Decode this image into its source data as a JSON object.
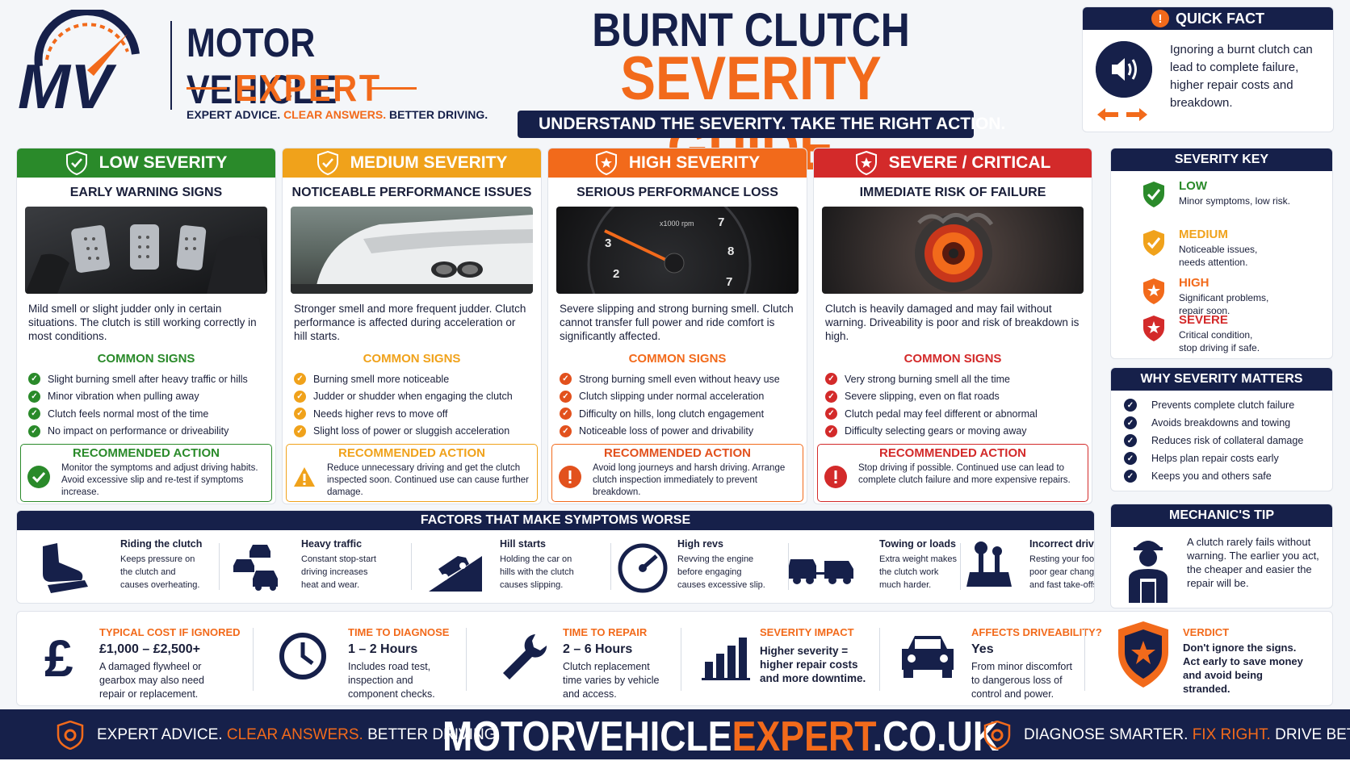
{
  "brand": {
    "logo_text": "MV",
    "name_line1": "MOTOR VEHICLE",
    "name_line2": "EXPERT",
    "tagline_a": "EXPERT ADVICE.",
    "tagline_b": "CLEAR ANSWERS.",
    "tagline_c": "BETTER DRIVING."
  },
  "title": {
    "line1": "BURNT CLUTCH",
    "line2": "SEVERITY GUIDE",
    "subtitle": "UNDERSTAND THE SEVERITY. TAKE THE RIGHT ACTION."
  },
  "quick_fact": {
    "heading": "QUICK FACT",
    "icon": "speaker-icon",
    "text": "Ignoring a burnt clutch can lead to complete failure, higher repair costs and breakdown."
  },
  "colors": {
    "navy": "#16204a",
    "orange": "#f26a1b",
    "low": "#2a8a2a",
    "medium": "#f0a21b",
    "high": "#f26a1b",
    "severe": "#d32a2a"
  },
  "cards": [
    {
      "header": "LOW SEVERITY",
      "subtitle": "EARLY WARNING SIGNS",
      "image": "pedals-image",
      "description": "Mild smell or slight judder only in certain situations. The clutch is still working correctly in most conditions.",
      "signs_heading": "COMMON SIGNS",
      "signs": [
        "Slight burning smell after heavy traffic or hills",
        "Minor vibration when pulling away",
        "Clutch feels normal most of the time",
        "No impact on performance or driveability"
      ],
      "action_heading": "RECOMMENDED ACTION",
      "action_text": "Monitor the symptoms and adjust driving habits. Avoid excessive slip and re-test if symptoms increase."
    },
    {
      "header": "MEDIUM SEVERITY",
      "subtitle": "NOTICEABLE PERFORMANCE ISSUES",
      "image": "car-rear-image",
      "description": "Stronger smell and more frequent judder. Clutch performance is affected during acceleration or hill starts.",
      "signs_heading": "COMMON SIGNS",
      "signs": [
        "Burning smell more noticeable",
        "Judder or shudder when engaging the clutch",
        "Needs higher revs to move off",
        "Slight loss of power or sluggish acceleration"
      ],
      "action_heading": "RECOMMENDED ACTION",
      "action_text": "Reduce unnecessary driving and get the clutch inspected soon. Continued use can cause further damage."
    },
    {
      "header": "HIGH SEVERITY",
      "subtitle": "SERIOUS PERFORMANCE LOSS",
      "image": "tachometer-image",
      "gauge_label": "x1000 rpm",
      "description": "Severe slipping and strong burning smell. Clutch cannot transfer full power and ride comfort is significantly affected.",
      "signs_heading": "COMMON SIGNS",
      "signs": [
        "Strong burning smell even without heavy use",
        "Clutch slipping under normal acceleration",
        "Difficulty on hills, long clutch engagement",
        "Noticeable loss of power and drivability"
      ],
      "action_heading": "RECOMMENDED ACTION",
      "action_text": "Avoid long journeys and harsh driving. Arrange clutch inspection immediately to prevent breakdown."
    },
    {
      "header": "SEVERE / CRITICAL",
      "subtitle": "IMMEDIATE RISK OF FAILURE",
      "image": "burning-clutch-image",
      "description": "Clutch is heavily damaged and may fail without warning. Driveability is poor and risk of breakdown is high.",
      "signs_heading": "COMMON SIGNS",
      "signs": [
        "Very strong burning smell all the time",
        "Severe slipping, even on flat roads",
        "Clutch pedal may feel different or abnormal",
        "Difficulty selecting gears or moving away"
      ],
      "action_heading": "RECOMMENDED ACTION",
      "action_text": "Stop driving if possible. Continued use can lead to complete clutch failure and more expensive repairs."
    }
  ],
  "severity_key": {
    "heading": "SEVERITY KEY",
    "items": [
      {
        "name": "LOW",
        "desc1": "Minor symptoms, low risk.",
        "desc2": ""
      },
      {
        "name": "MEDIUM",
        "desc1": "Noticeable issues,",
        "desc2": "needs attention."
      },
      {
        "name": "HIGH",
        "desc1": "Significant problems,",
        "desc2": "repair soon."
      },
      {
        "name": "SEVERE",
        "desc1": "Critical condition,",
        "desc2": "stop driving if safe."
      }
    ]
  },
  "why": {
    "heading": "WHY SEVERITY MATTERS",
    "items": [
      "Prevents complete clutch failure",
      "Avoids breakdowns and towing",
      "Reduces risk of collateral damage",
      "Helps plan repair costs early",
      "Keeps you and others safe"
    ]
  },
  "tip": {
    "heading": "MECHANIC'S TIP",
    "text": "A clutch rarely fails without warning. The earlier you act, the cheaper and easier the repair will be."
  },
  "factors": {
    "heading": "FACTORS THAT MAKE SYMPTOMS WORSE",
    "items": [
      {
        "title": "Riding the clutch",
        "l1": "Keeps pressure on",
        "l2": "the clutch and",
        "l3": "causes overheating."
      },
      {
        "title": "Heavy traffic",
        "l1": "Constant stop-start",
        "l2": "driving increases",
        "l3": "heat and wear."
      },
      {
        "title": "Hill starts",
        "l1": "Holding the car on",
        "l2": "hills with the clutch",
        "l3": "causes slipping."
      },
      {
        "title": "High revs",
        "l1": "Revving the engine",
        "l2": "before engaging",
        "l3": "causes excessive slip."
      },
      {
        "title": "Towing or loads",
        "l1": "Extra weight makes",
        "l2": "the clutch work",
        "l3": "much harder."
      },
      {
        "title": "Incorrect driving",
        "l1": "Resting your foot,",
        "l2": "poor gear changes",
        "l3": "and fast take-offs."
      }
    ]
  },
  "stats": [
    {
      "title": "TYPICAL COST IF IGNORED",
      "value": "£1,000 – £2,500+",
      "l1": "A damaged flywheel or",
      "l2": "gearbox may also need",
      "l3": "repair or replacement."
    },
    {
      "title": "TIME TO DIAGNOSE",
      "value": "1 – 2 Hours",
      "l1": "Includes road test,",
      "l2": "inspection and",
      "l3": "component checks."
    },
    {
      "title": "TIME TO REPAIR",
      "value": "2 – 6 Hours",
      "l1": "Clutch replacement",
      "l2": "time varies by vehicle",
      "l3": "and access."
    },
    {
      "title": "SEVERITY IMPACT",
      "value": "",
      "l1": "Higher severity =",
      "l2": "higher repair costs",
      "l3": "and more downtime."
    },
    {
      "title": "AFFECTS DRIVEABILITY?",
      "value": "Yes",
      "l1": "From minor discomfort",
      "l2": "to dangerous loss of",
      "l3": "control and power."
    },
    {
      "title": "VERDICT",
      "value": "",
      "l1": "Don't ignore the signs.",
      "l2": "Act early to save money",
      "l3": "and avoid being",
      "l4": "stranded."
    }
  ],
  "footer": {
    "left_a": "EXPERT ADVICE.",
    "left_b": "CLEAR ANSWERS.",
    "left_c": "BETTER DRIVING.",
    "site_a": "MOTORVEHICLE",
    "site_b": "EXPERT",
    "site_c": ".CO.UK",
    "right_a": "DIAGNOSE SMARTER.",
    "right_b": "FIX RIGHT.",
    "right_c": "DRIVE BETTER."
  }
}
